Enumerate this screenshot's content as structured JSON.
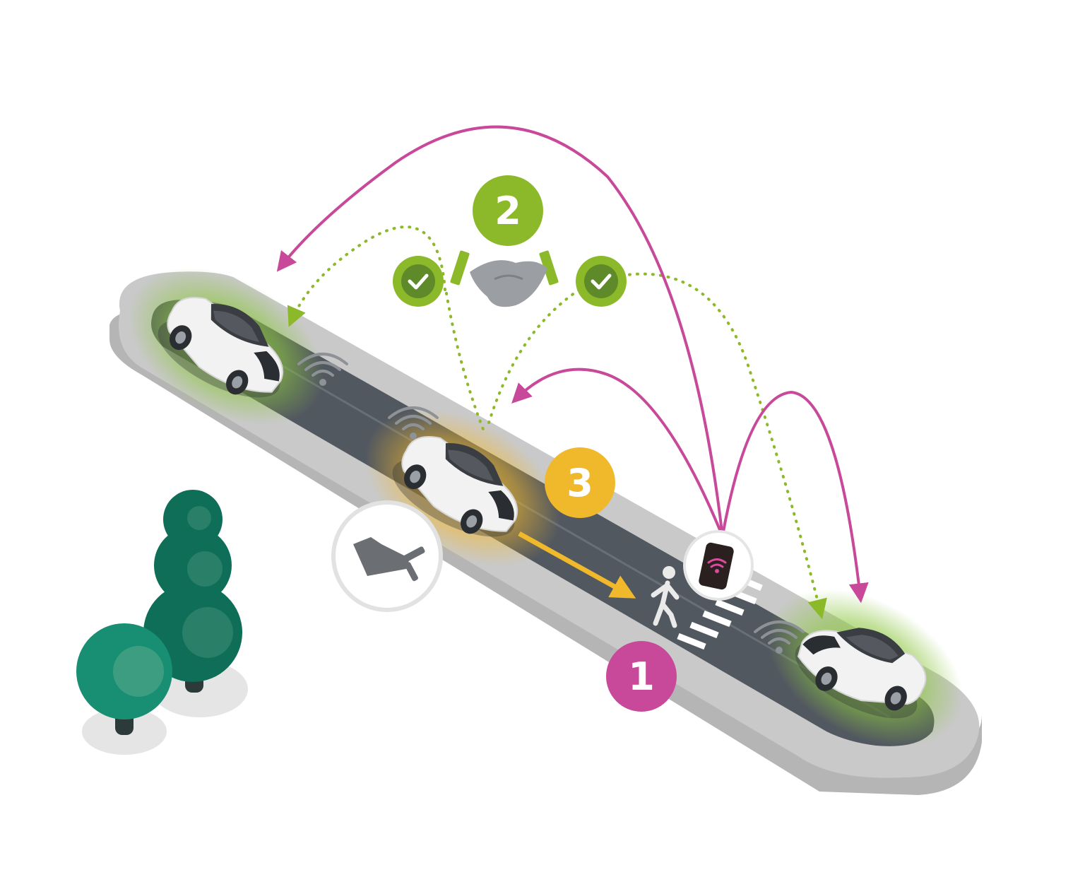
{
  "steps": [
    {
      "label": "1",
      "color": "#c8499a"
    },
    {
      "label": "2",
      "color": "#8cb92a"
    },
    {
      "label": "3",
      "color": "#f0b92b"
    }
  ],
  "colors": {
    "road_curb": "#c9c9c9",
    "road_asphalt": "#525860",
    "v2v_link": "#c8499a",
    "verification_link": "#8cb92a",
    "braking_arrow": "#f0b92b",
    "tree_dark": "#0e6e58",
    "tree_light": "#188f72"
  },
  "icons": {
    "smartphone": "smartphone-wifi-icon",
    "pedestrian": "pedestrian-icon",
    "brake": "brake-pedal-icon",
    "handshake": "handshake-icon",
    "check_left": "check-badge-icon",
    "check_right": "check-badge-icon",
    "wifi": "wifi-signal-icon"
  }
}
